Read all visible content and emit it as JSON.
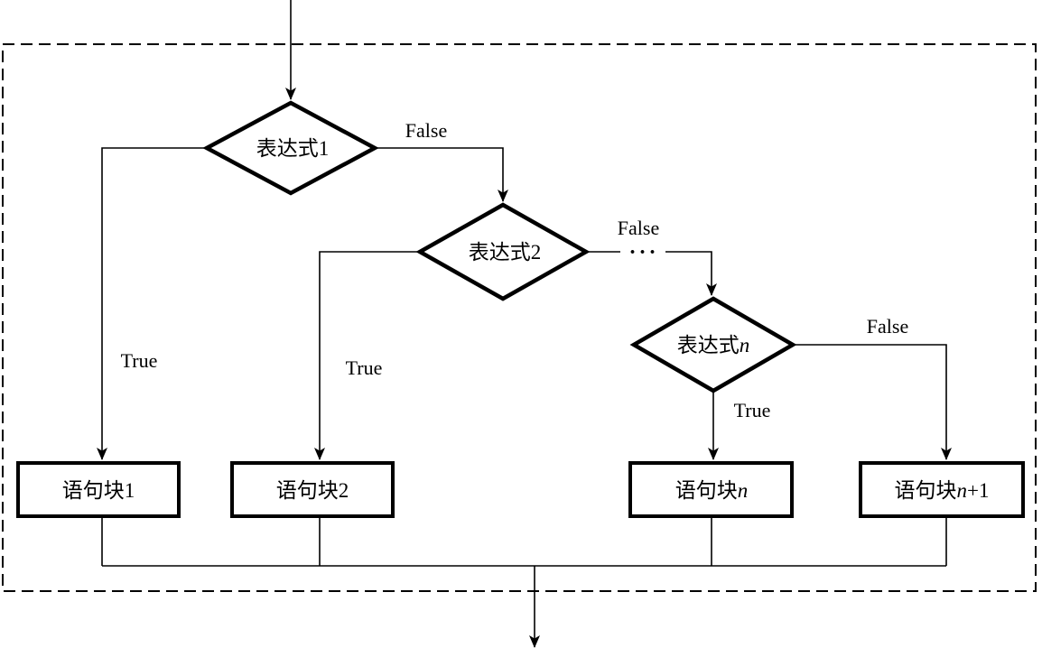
{
  "flowchart": {
    "type": "if-elif-else multi-branch conditional flow diagram",
    "decisions": [
      {
        "label": "表达式1"
      },
      {
        "label": "表达式2"
      },
      {
        "prefix": "表达式",
        "var": "n"
      }
    ],
    "blocks": [
      {
        "label": "语句块1"
      },
      {
        "label": "语句块2"
      },
      {
        "prefix": "语句块",
        "var": "n"
      },
      {
        "prefix": "语句块",
        "var": "n",
        "suffix": "+1"
      }
    ],
    "true_labels": [
      "True",
      "True",
      "True"
    ],
    "false_labels": [
      "False",
      "False",
      "False"
    ],
    "ellipsis": "···",
    "colors": {
      "stroke": "#000000",
      "background": "#ffffff",
      "text": "#000000"
    }
  }
}
